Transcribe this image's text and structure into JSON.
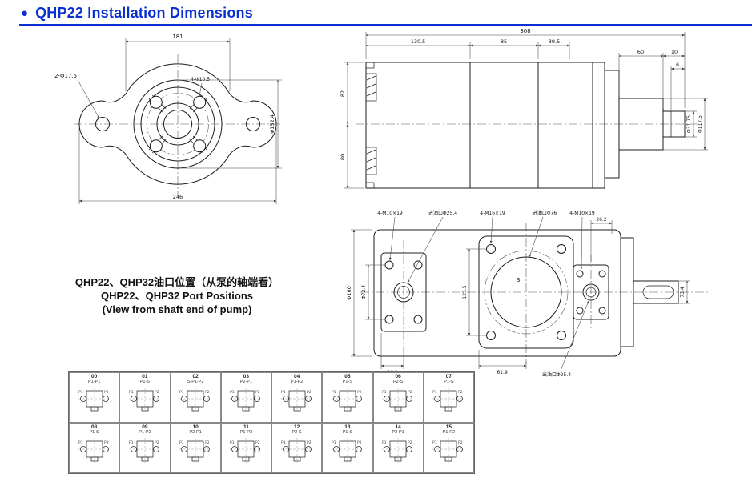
{
  "header": {
    "bullet": "●",
    "title": "QHP22 Installation Dimensions",
    "accent_color": "#0a2fd2"
  },
  "port_caption": {
    "line1": "QHP22、QHP32油口位置（从泵的轴端看）",
    "line2": "QHP22、QHP32 Port Positions",
    "line3": "(View from shaft end of pump)"
  },
  "front_view": {
    "dim_width": "181",
    "label_ear_holes": "2-Φ17.5",
    "label_bolt_holes": "4-Φ10.5",
    "dim_pilot": "Φ152.4",
    "dim_total": "246"
  },
  "side_view": {
    "dim_total": "308",
    "dim_seg1": "130.5",
    "dim_seg2": "85",
    "dim_seg3": "39.5",
    "dim_ext_len": "60",
    "dim_tip_len": "10",
    "dim_key": "6",
    "dim_upper": "82",
    "dim_lower": "80",
    "dim_shaft_dia": "Φ31.75",
    "dim_boss_dia": "Φ117.5"
  },
  "port_view": {
    "label_bolts_left": "4-M10×19",
    "label_inlet_left": "进油口Φ25.4",
    "label_bolts_mid": "4-M16×19",
    "label_inlet_mid": "进油口Φ76",
    "label_bolts_right": "4-M10×19",
    "dim_right_offset": "26.2",
    "dim_body_dia": "Φ160",
    "dim_port_span": "Φ72.4",
    "dim_mid_span": "125.5",
    "dim_left_offset": "26.2",
    "dim_outlet_span": "61.9",
    "label_outlet": "出油口Φ25.4",
    "dim_shaft_len": "73.4",
    "label_section": "S"
  },
  "variants": {
    "ports": {
      "left": "P1",
      "right": "P2"
    },
    "items": [
      {
        "code": "00",
        "label": "P1-P1"
      },
      {
        "code": "01",
        "label": "P1-S"
      },
      {
        "code": "02",
        "label": "S-P1-P2"
      },
      {
        "code": "03",
        "label": "P2-P1"
      },
      {
        "code": "04",
        "label": "P1-P2"
      },
      {
        "code": "05",
        "label": "P1-S"
      },
      {
        "code": "06",
        "label": "P2-S"
      },
      {
        "code": "07",
        "label": "P1-S"
      },
      {
        "code": "08",
        "label": "P1-S"
      },
      {
        "code": "09",
        "label": "P1-P2"
      },
      {
        "code": "10",
        "label": "P2-P1"
      },
      {
        "code": "11",
        "label": "P1-P2"
      },
      {
        "code": "12",
        "label": "P2-S"
      },
      {
        "code": "13",
        "label": "P1-S"
      },
      {
        "code": "14",
        "label": "P2-P1"
      },
      {
        "code": "15",
        "label": "P1-P2"
      }
    ]
  }
}
